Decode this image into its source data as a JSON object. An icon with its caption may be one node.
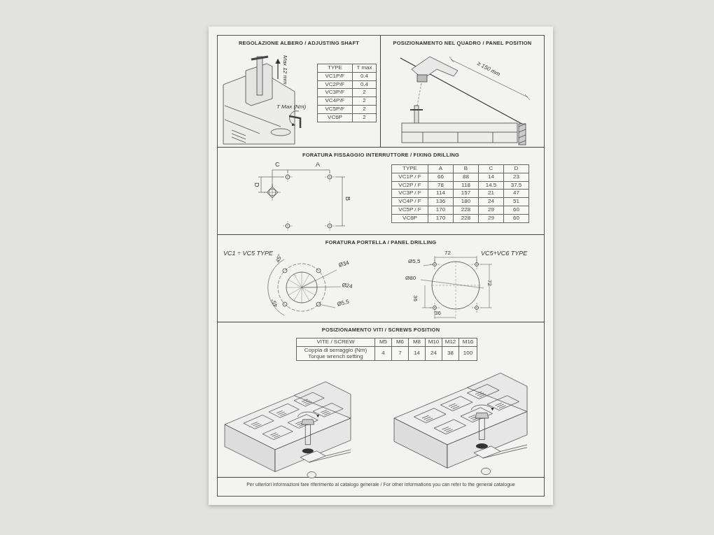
{
  "diagram": {
    "nodes": [
      {
        "text": [
          "REGOLAZIONE ALBERO / ADJUSTING SHAFT"
        ]
      },
      {
        "text": [
          "POSIZIONAMENTO NEL QUADRO / PANEL POSITION"
        ]
      },
      {
        "text": [
          "FORATURA FISSAGGIO INTERRUTTORE / FIXING DRILLING"
        ]
      },
      {
        "text": [
          "FORATURA PORTELLA / PANEL DRILLING"
        ]
      },
      {
        "text": [
          "POSIZIONAMENTO VITI / SCREWS POSITION"
        ]
      }
    ],
    "labels": [
      "Max 12 mm",
      "T Max (Nm)",
      "TYPE",
      "T max",
      "VC1P/F",
      "0.4",
      "VC2P/F",
      "0.4",
      "VC3P/F",
      "2",
      "VC4P/F",
      "2",
      "VC5P/F",
      "2",
      "VC6P",
      "2",
      "≥ 150 mm",
      "C",
      "A",
      "D",
      "B",
      "TYPE",
      "A",
      "B",
      "C",
      "D",
      "VC1P / F",
      "66",
      "88",
      "14",
      "23",
      "VC2P / F",
      "78",
      "118",
      "14.5",
      "37.5",
      "VC3P / F",
      "114",
      "157",
      "21",
      "47",
      "VC4P / F",
      "136",
      "180",
      "24",
      "51",
      "VC5P / F",
      "170",
      "228",
      "29",
      "60",
      "VC6P",
      "170",
      "228",
      "29",
      "60",
      "VC1 ÷ VC5 TYPE",
      "45°",
      "45°",
      "Ø34",
      "Ø24",
      "Ø5,5",
      "72",
      "VC5+VC6 TYPE",
      "Ø5,5",
      "Ø80",
      "72",
      "36",
      "36",
      "VITE / SCREW",
      "M5",
      "M6",
      "M8",
      "M10",
      "M12",
      "M16",
      "Coppia di serraggio (Nm) Torque wrench setting",
      "4",
      "7",
      "14",
      "24",
      "38",
      "100",
      "Per ulteriori informazioni fare riferimento al catalogo generale / For other informations you can refer to the general catalogue"
    ]
  }
}
